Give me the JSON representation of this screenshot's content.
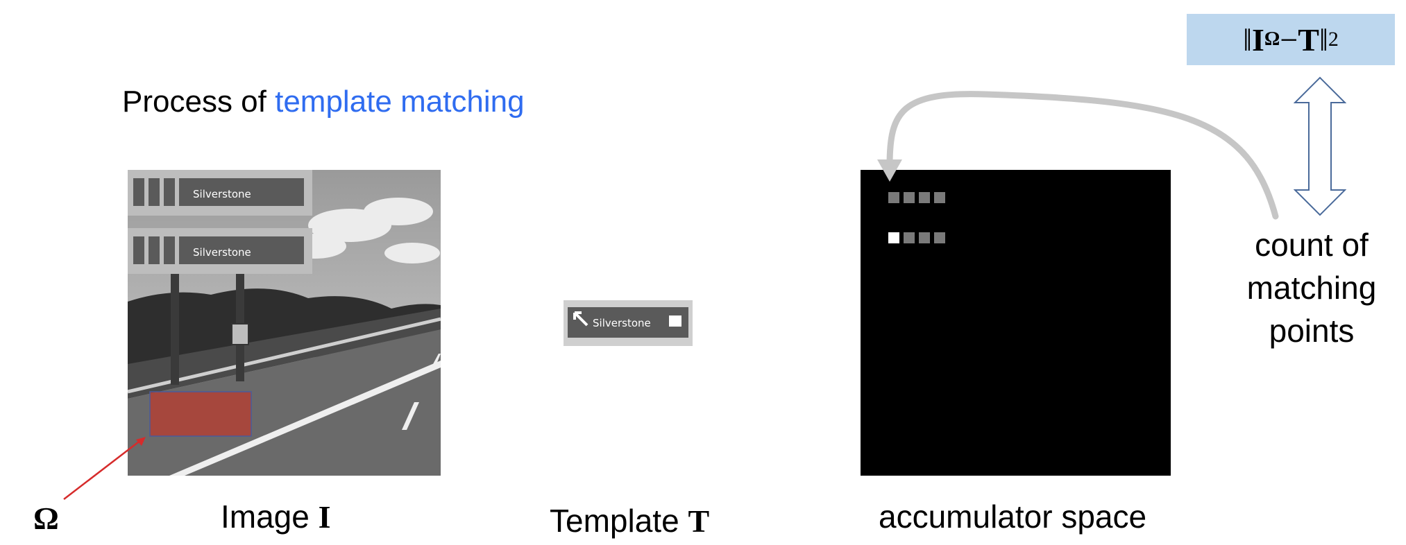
{
  "title": {
    "prefix": "Process of ",
    "highlight": "template matching"
  },
  "captions": {
    "image_prefix": "Image ",
    "image_symbol": "I",
    "template_prefix": "Template ",
    "template_symbol": "T",
    "accumulator": "accumulator space",
    "region_symbol": "Ω"
  },
  "sign_text": "Silverstone",
  "count_text": {
    "line1": "count of",
    "line2": "matching",
    "line3": "points"
  },
  "formula": {
    "norm_open": "‖ ",
    "I": "I",
    "sub": "Ω",
    "minus": " − ",
    "T": "T",
    "norm_close": " ‖ ",
    "power": "2"
  },
  "colors": {
    "title_highlight": "#2f6cf0",
    "formula_box": "#bdd7ee",
    "region": "#c0392b",
    "arrow_gray": "#c6c6c6",
    "double_arrow": "#4a6a9a"
  }
}
